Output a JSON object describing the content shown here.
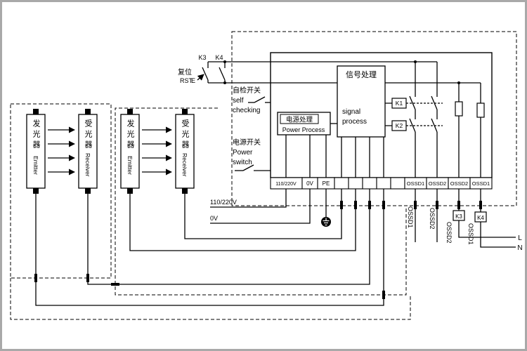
{
  "frame": {
    "bg": "#ffffff",
    "border": "#a9a9a9",
    "line": "#000000"
  },
  "light_curtains": [
    {
      "cn": "发光器",
      "en": "Emitter"
    },
    {
      "cn": "受光器",
      "en": "Receiver"
    },
    {
      "cn": "发光器",
      "en": "Emitter"
    },
    {
      "cn": "受光器",
      "en": "Receiver"
    }
  ],
  "controller": {
    "signal_cn": "信号处理",
    "signal_en1": "signal",
    "signal_en2": "process",
    "power_cn": "电源处理",
    "power_en": "Power Process",
    "k1": "K1",
    "k2": "K2"
  },
  "left_labels": {
    "reset_cn": "复位",
    "reset_en": "RST",
    "estop": "E",
    "k3": "K3",
    "k4": "K4",
    "selfcheck_cn": "自检开关",
    "selfcheck_en1": "self",
    "selfcheck_en2": "checking",
    "powersw_cn": "电源开关",
    "powersw_en1": "Power",
    "powersw_en2": "switch"
  },
  "terminals": {
    "t_mains": "110/220V",
    "t_0v": "0V",
    "t_pe": "PE",
    "out1": "OSSD1",
    "out2": "OSSD2",
    "out3": "OSSD2",
    "out4": "OSSD1"
  },
  "supply": {
    "mains": "110/220V",
    "zero": "0V"
  },
  "outputs": {
    "w1": "OSSD1",
    "w2": "OSSD2",
    "w3": "OSSD2",
    "w4": "OSSD1",
    "k3": "K3",
    "k4": "K4",
    "l": "L",
    "n": "N"
  }
}
